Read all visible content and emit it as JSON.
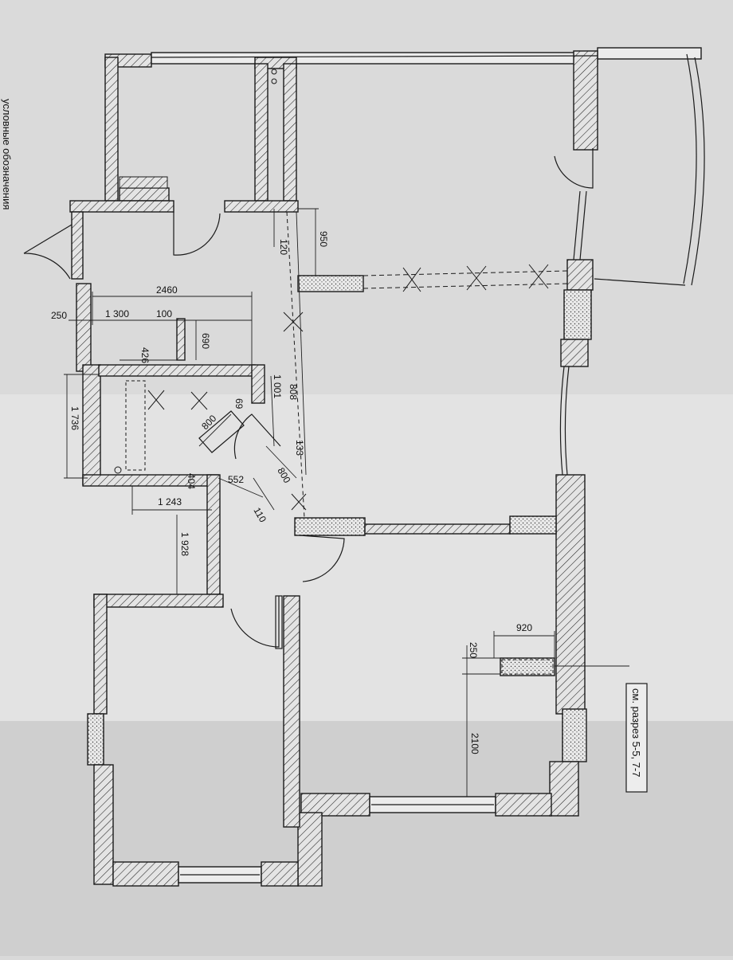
{
  "legend_title": "условные обозначения",
  "section_note": "см. разрез 5-5, 7-7",
  "dimensions": {
    "d120": "120",
    "d950": "950",
    "d2460": "2460",
    "d250a": "250",
    "d1300": "1 300",
    "d100": "100",
    "d690": "690",
    "d426": "426",
    "d808": "808",
    "d1001": "1 001",
    "d69": "69",
    "d1736": "1 736",
    "d800a": "800",
    "d133": "133",
    "d552": "552",
    "d404": "404",
    "d800b": "800",
    "d110": "110",
    "d1243": "1 243",
    "d1928": "1 928",
    "d920": "920",
    "d250b": "250",
    "d2100": "2100"
  },
  "colors": {
    "paper": "#d9d9d9",
    "wall": "#e6e6e6",
    "line": "#1a1a1a",
    "dimension": "#222222"
  }
}
